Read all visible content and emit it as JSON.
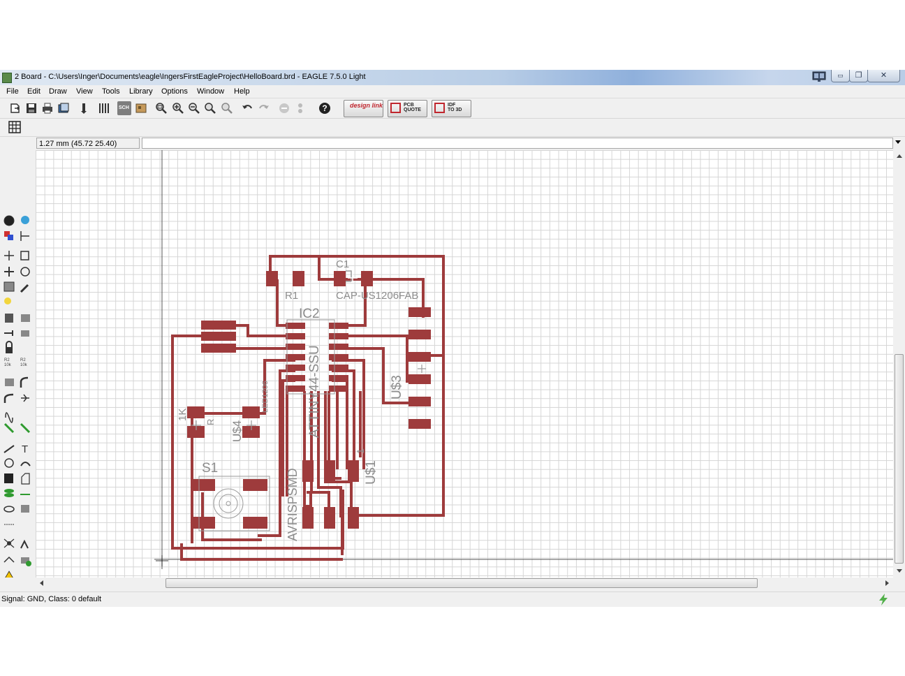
{
  "window": {
    "title": "2 Board - C:\\Users\\Inger\\Documents\\eagle\\IngersFirstEagleProject\\HelloBoard.brd - EAGLE 7.5.0 Light",
    "minimize_glyph": "▭",
    "maximize_glyph": "❐",
    "close_glyph": "✕"
  },
  "menu": [
    "File",
    "Edit",
    "Draw",
    "View",
    "Tools",
    "Library",
    "Options",
    "Window",
    "Help"
  ],
  "toolbar": {
    "sch_label": "SCH",
    "designlink_label": "design link",
    "pcb_quote_label": [
      "PCB",
      "QUOTE"
    ],
    "idf_label": [
      "IDF",
      "TO 3D"
    ]
  },
  "coordinate": {
    "readout": "1.27 mm (45.72 25.40)"
  },
  "board": {
    "labels": {
      "c1": "C1",
      "c1_value": "CAP-US1206FAB",
      "r1": "R1",
      "ic2": "IC2",
      "ic2_value": "ATTINY44-SSU",
      "us3": "U$3",
      "us4": "U$4",
      "r_1k": "1K",
      "r_label": "R",
      "led": "LED1206",
      "s1": "S1",
      "avrisp": "AVRISPSMD",
      "us1": "U$1",
      "pin1": "1"
    },
    "trace_color": "#9e3b3c",
    "label_color": "#8c8c8c"
  },
  "lefttools": {
    "r2_10k_a": "R2\n10k",
    "r2_10k_b": "R2\n10k"
  },
  "status": {
    "text": "Signal: GND, Class: 0 default"
  }
}
